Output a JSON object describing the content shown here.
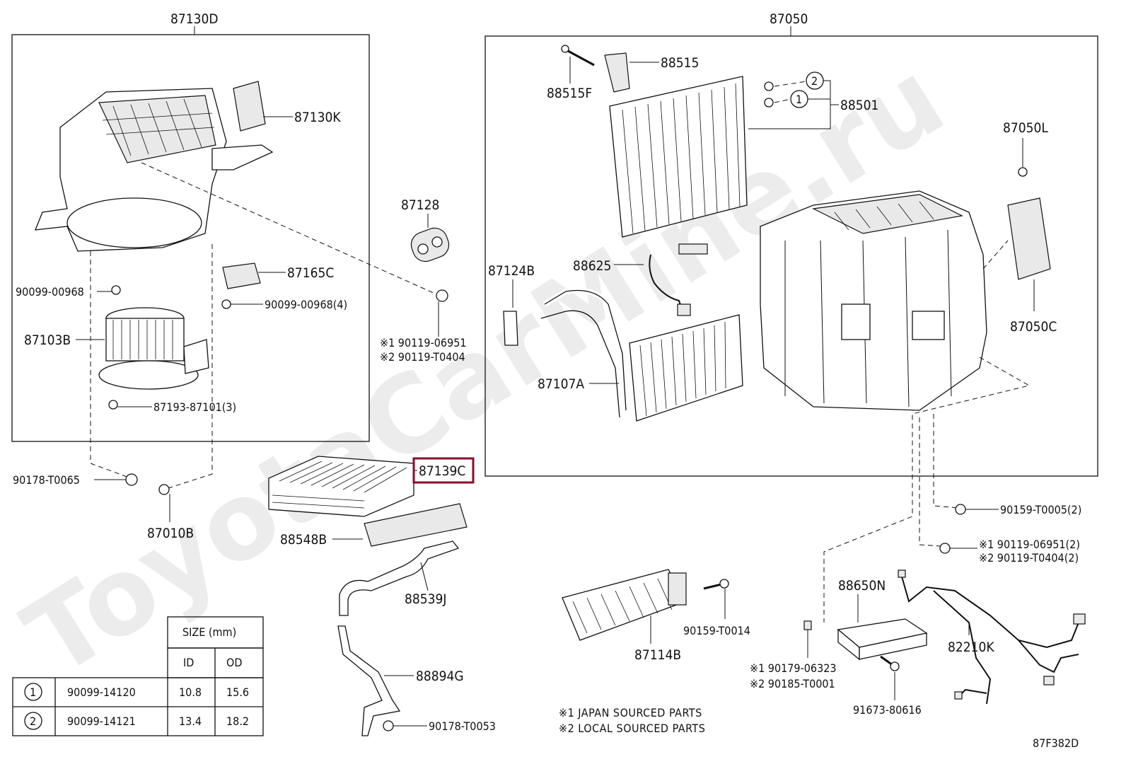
{
  "watermark": "ToyotaCarMine.ru",
  "highlight_color": "#8b0d2b",
  "groups": {
    "left_box_label": "87130D",
    "right_box_label": "87050"
  },
  "parts": {
    "p87130K": "87130K",
    "p87165C": "87165C",
    "p90099_00968": "90099-00968",
    "p90099_00968_4": "90099-00968(4)",
    "p87103B": "87103B",
    "p87193_87101_3": "87193-87101(3)",
    "p90178_T0065": "90178-T0065",
    "p87010B": "87010B",
    "p87128": "87128",
    "p90119_06951_a": "※1 90119-06951",
    "p90119_T0404_a": "※2 90119-T0404",
    "p87139C": "87139C",
    "p88548B": "88548B",
    "p88539J": "88539J",
    "p88894G": "88894G",
    "p90178_T0053": "90178-T0053",
    "p88515": "88515",
    "p88515F": "88515F",
    "p88501": "88501",
    "p87050L": "87050L",
    "p87050C": "87050C",
    "p87124B": "87124B",
    "p88625": "88625",
    "p87107A": "87107A",
    "p90159_T0005_2": "90159-T0005(2)",
    "p90119_06951_2": "※1 90119-06951(2)",
    "p90119_T0404_2": "※2 90119-T0404(2)",
    "p88650N": "88650N",
    "p82210K": "82210K",
    "p90159_T0014": "90159-T0014",
    "p87114B": "87114B",
    "p90179_06323": "※1 90179-06323",
    "p90185_T0001": "※2 90185-T0001",
    "p91673_80616": "91673-80616",
    "callout_1": "1",
    "callout_2": "2"
  },
  "size_table": {
    "header": "SIZE (mm)",
    "col_id": "ID",
    "col_od": "OD",
    "rows": [
      {
        "mark": "1",
        "part": "90099-14120",
        "id": "10.8",
        "od": "15.6"
      },
      {
        "mark": "2",
        "part": "90099-14121",
        "id": "13.4",
        "od": "18.2"
      }
    ]
  },
  "notes": {
    "note1": "※1 JAPAN SOURCED PARTS",
    "note2": "※2 LOCAL SOURCED PARTS"
  },
  "diagram_code": "87F382D"
}
